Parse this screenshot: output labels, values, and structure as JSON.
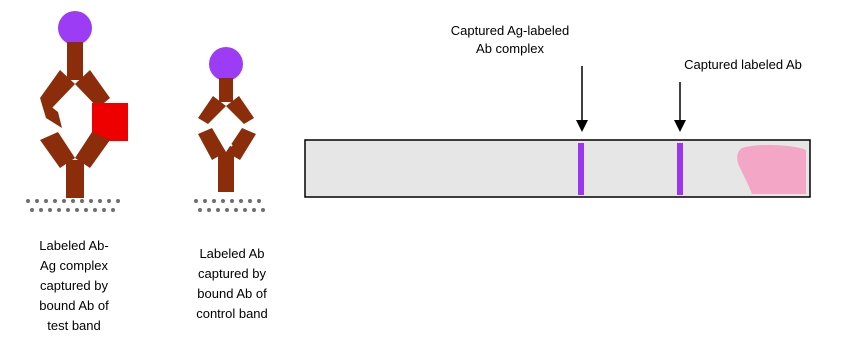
{
  "structures": {
    "left": {
      "caption": "Labeled Ab-\nAg complex\ncaptured by\nbound Ab of\ntest band"
    },
    "middle": {
      "caption": "Labeled Ab\ncaptured by\nbound Ab of\ncontrol band"
    }
  },
  "strip": {
    "callout_test": "Captured Ag-labeled\nAb complex",
    "callout_control": "Captured labeled Ab"
  },
  "colors": {
    "antibody": "#8b2c0a",
    "label_sphere": "#9d3cf5",
    "antigen": "#ee0000",
    "band": "#9a36f0",
    "strip_fill": "#e6e6e6",
    "sample_pad": "#f3a6c6",
    "bead_dots": "#6e6e6e"
  }
}
